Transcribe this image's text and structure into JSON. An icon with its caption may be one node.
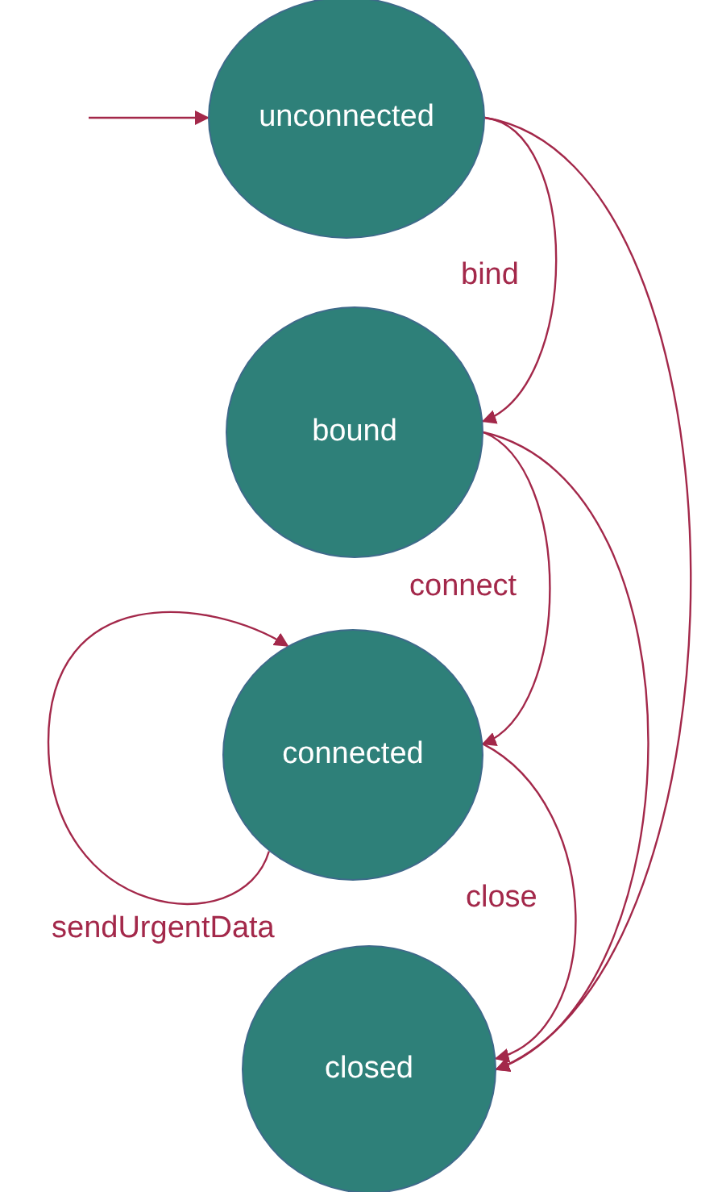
{
  "diagram": {
    "nodes": [
      {
        "text": [
          "unconnected"
        ]
      },
      {
        "text": [
          "bound"
        ]
      },
      {
        "text": [
          "connected"
        ]
      },
      {
        "text": [
          "closed"
        ]
      }
    ],
    "edges": [
      {
        "from": null,
        "to": 0,
        "arrow": "to"
      },
      {
        "from": 0,
        "to": 1,
        "arrow": "to",
        "label": "bind"
      },
      {
        "from": 0,
        "to": 3,
        "arrow": "to"
      },
      {
        "from": 1,
        "to": 2,
        "arrow": "to",
        "label": "connect"
      },
      {
        "from": 1,
        "to": 3,
        "arrow": "to"
      },
      {
        "from": 2,
        "to": 3,
        "arrow": "to",
        "label": "close"
      },
      {
        "from": 2,
        "to": 2,
        "arrow": "to",
        "label": "sendUrgentData"
      }
    ]
  }
}
